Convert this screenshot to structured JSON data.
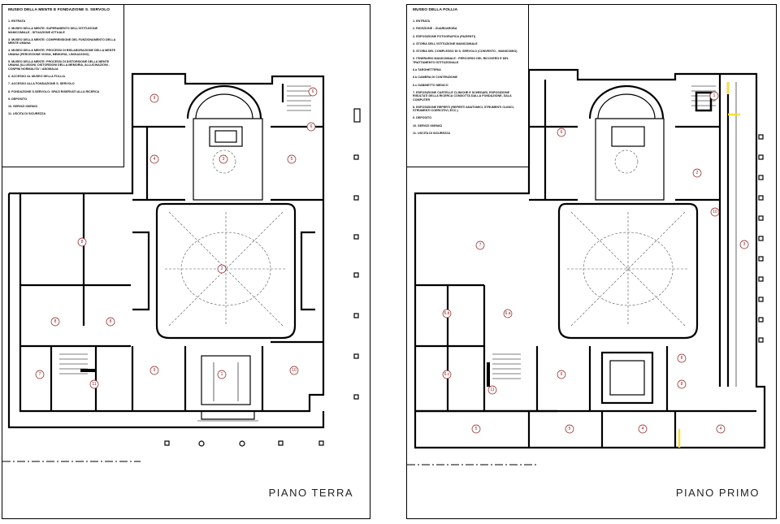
{
  "left_sheet": {
    "legend_title": "MUSEO DELLA MENTE E FONDAZIONE S. SERVOLO",
    "items": [
      "1. ENTRATA",
      "2. MUSEO DELLA MENTE: SUPERAMENTO DELL'ISTITUZIONE MANICOMIALE - SITUAZIONE ATTUALE",
      "3. MUSEO DELLA MENTE: COMPRENSIONE DEL FUNZIONAMENTO DELLA MENTE UMANA",
      "4. MUSEO DELLA MENTE: PROCESSI DI RIELABORAZIONE DELLA MENTE UMANA (PERCEZIONE VISIVA, MEMORIA, LINGUAGGIO)",
      "5. MUSEO DELLA MENTE: PROCESSI DI DISTORSIONE DELLA MENTE UMANA (ILLUSIONI, DISTORSIONI DELLA MEMORIA, ALLUCINAZIONI - CONFINI NORMALITA' / ANOMALIA",
      "6. ACCESSO AL MUSEO DELLA FOLLIA",
      "7. ACCESSO ALLA FONDAZIONE S. SERVOLO",
      "8. FONDAZIONE S.SERVOLO: SPAZI RISERVATI ALLA RICERCA",
      "9. DEPOSITO",
      "10. SERVIZI IGIENICI",
      "11. USCITA DI SICUREZZA"
    ],
    "floor_label": "PIANO  TERRA",
    "room_numbers": [
      "9",
      "6",
      "4",
      "3",
      "5",
      "6",
      "8",
      "2",
      "8",
      "8",
      "7",
      "11",
      "9",
      "1",
      "10"
    ]
  },
  "right_sheet": {
    "legend_title": "MUSEO DELLA FOLLIA",
    "items": [
      "1. ENTRATA",
      "2. RICEZIONE - GUARDAROBA",
      "3. ESPOSIZIONE FOTOGRAFICA (PAZIENTI)",
      "4. STORIA DELL'ISTITUZIONE MANICOMIALE",
      "5. STORIA DEL COMPLESSO DI S. SERVOLO (CONVENTO - MANICOMIO)",
      "6. ITINERARIO MANICOMIALE : PERCORSO DEL RICOVERO E DEL TRATTAMENTO ISTITUZIONALE",
      "6.a TARGHETTERIA",
      "6.b CAMERA DI CONTENZIONE",
      "6.c GABINETTO MEDICO",
      "7. ESPOSIZIONE CARTELLE CLINICHE E SCHEDARI, ESPOSIZIONE RISULTATI DELLA RICERCA CONDOTTA DALLA FONDAZIONE, SALA COMPUTER",
      "8. ESPOSIZIONE REPERTI (REPERTI ANATOMICI, STRUMENTI CLINICI, STRUMENTI COERCITIVI, ECC.)",
      "9. DEPOSITO",
      "10. SERVIZI IGIENICI",
      "11. USCITA DI SICUREZZA"
    ],
    "floor_label": "PIANO  PRIMO",
    "room_numbers": [
      "1",
      "6",
      "2",
      "10",
      "3",
      "7",
      "6.b",
      "6.a",
      "6.c",
      "6",
      "11",
      "8",
      "8",
      "5",
      "5",
      "4",
      "4"
    ]
  }
}
